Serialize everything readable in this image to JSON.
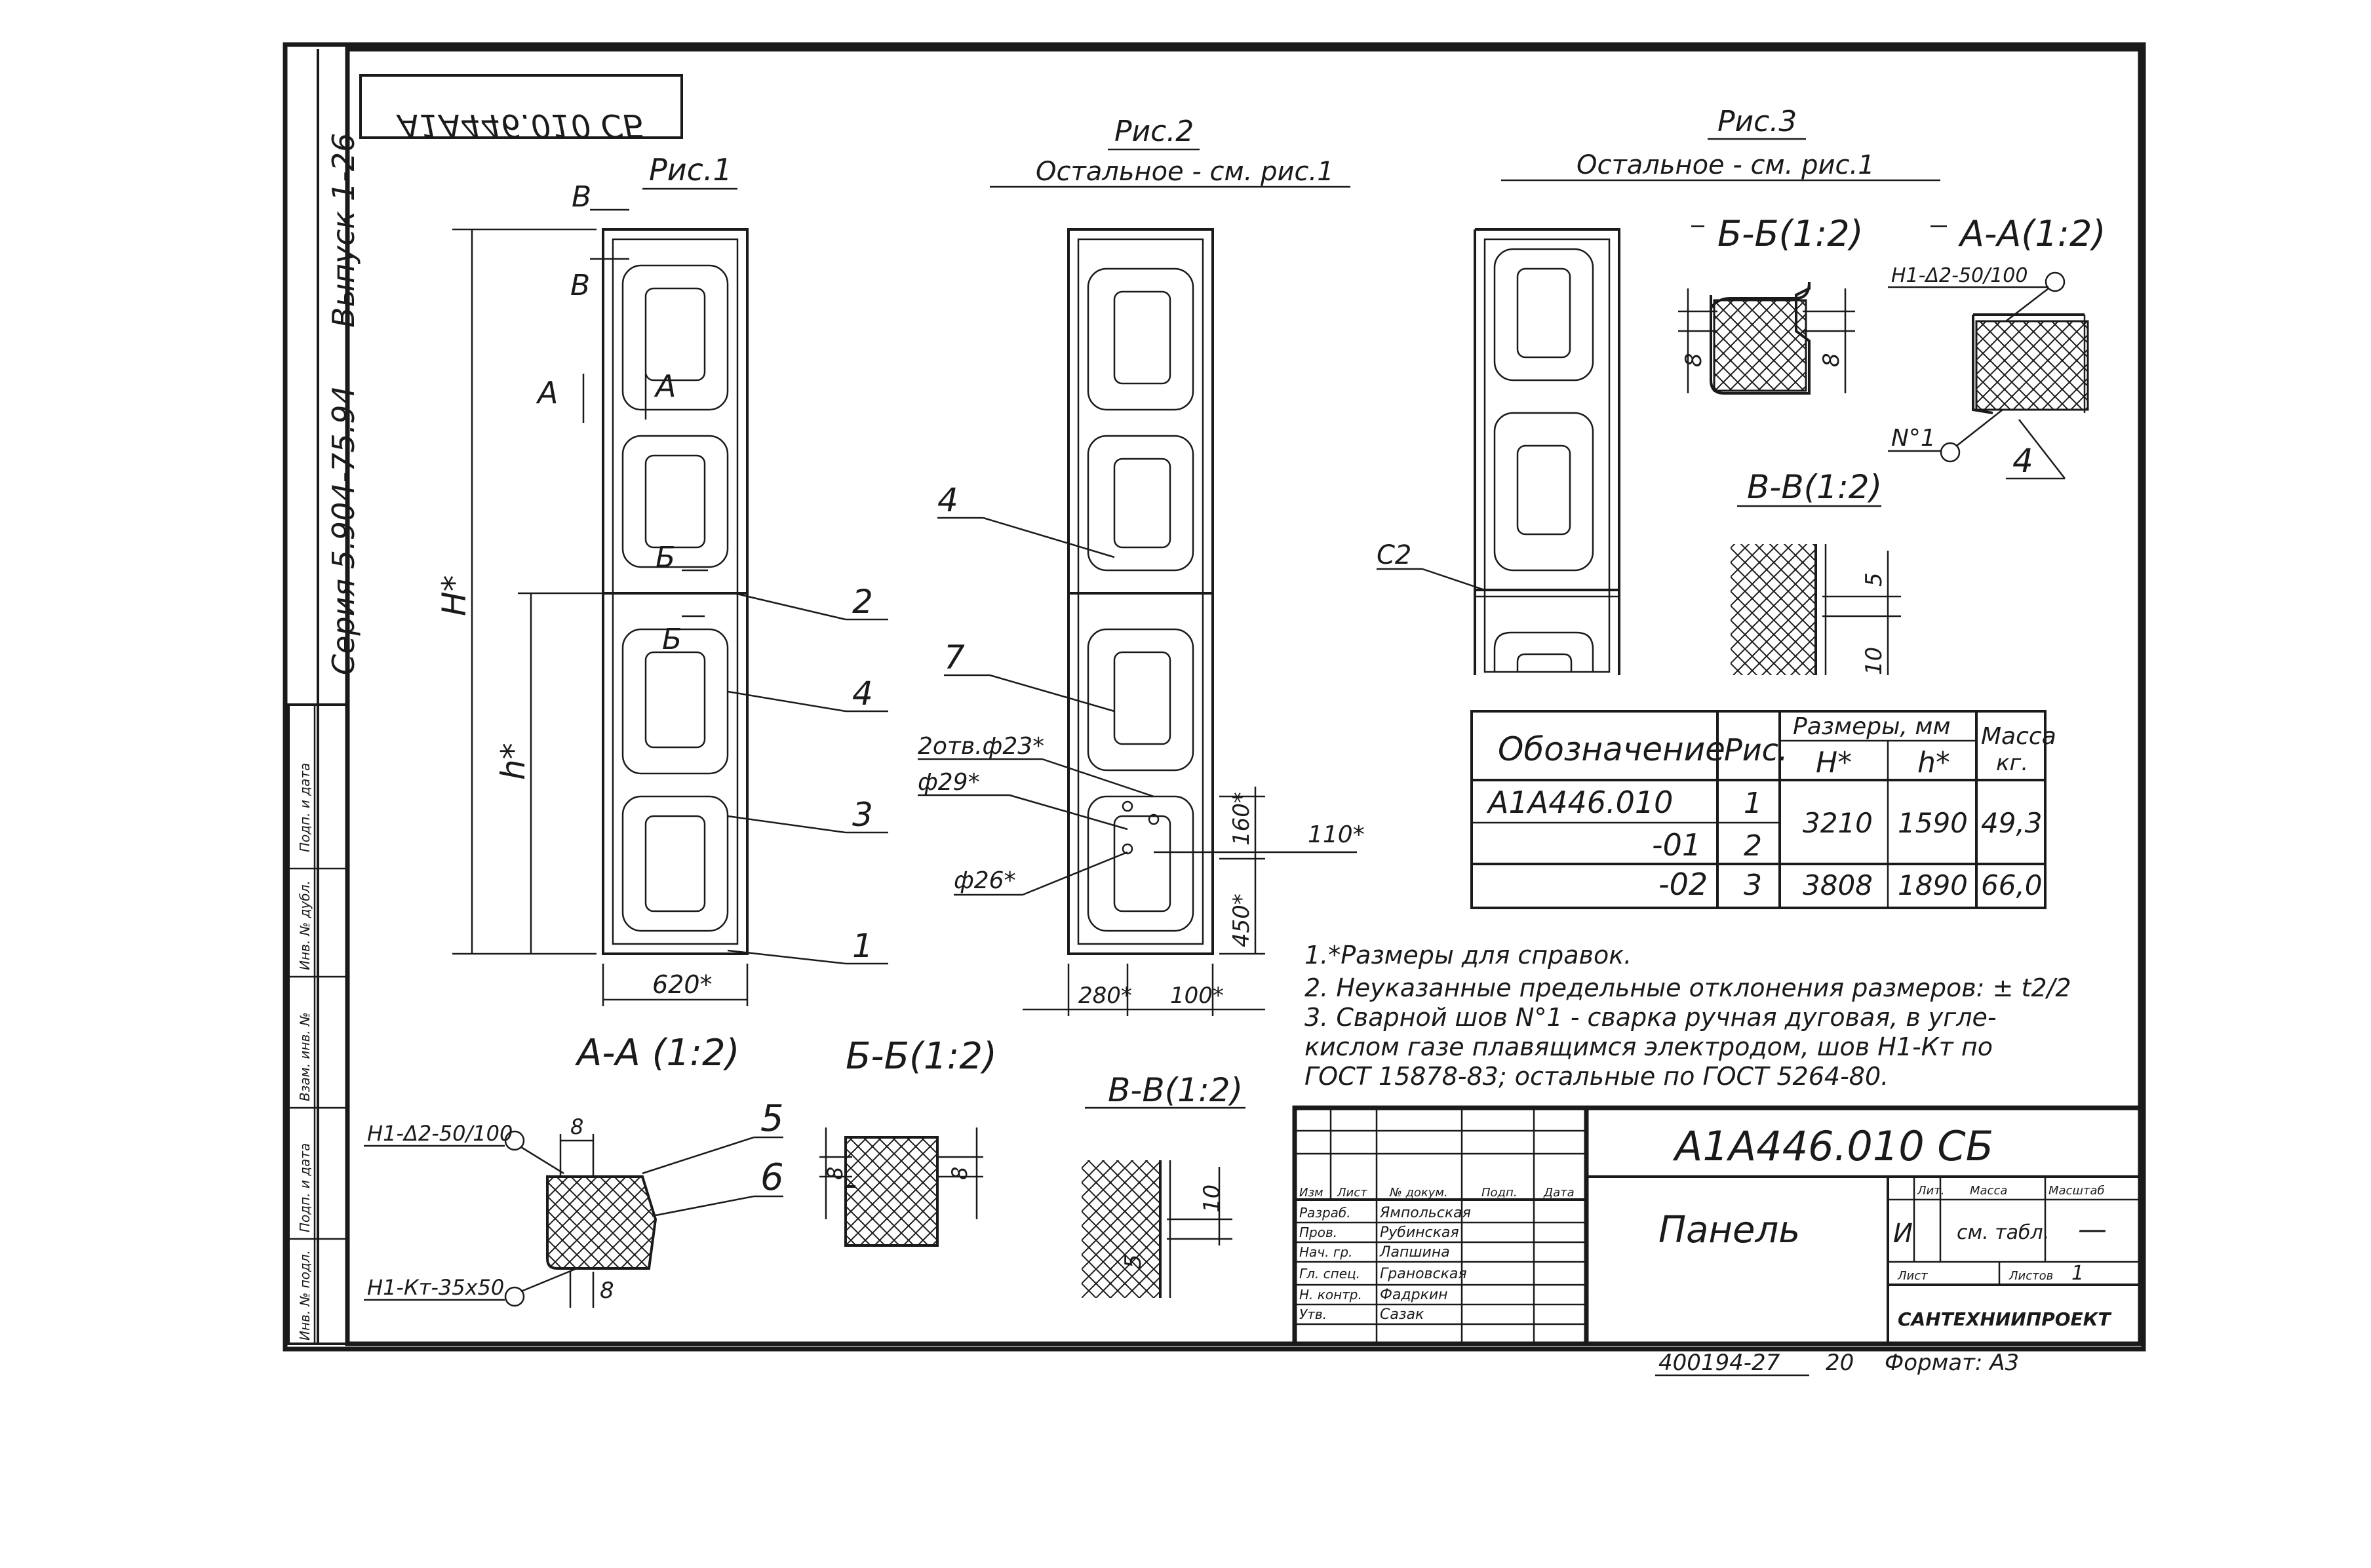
{
  "drawing": {
    "mirrored_code": "А1А446.010 СБ",
    "series": "Серия 5.904-75.94",
    "issue": "Выпуск 1-26"
  },
  "fig1": {
    "title": "Рис.1",
    "sec_a": "А",
    "sec_b": "Б",
    "sec_v": "В",
    "dim_H": "Н*",
    "dim_h": "h*",
    "dim_width": "620*",
    "labels": [
      "2",
      "4",
      "3",
      "1"
    ]
  },
  "fig2": {
    "title": "Рис.2",
    "subtitle": "Остальное - см. рис.1",
    "labels": [
      "4",
      "7"
    ],
    "holes_2": "2отв.ф23*",
    "d29": "ф29*",
    "d26": "ф26*",
    "dim_160": "160*",
    "dim_110": "110*",
    "dim_450": "450*",
    "dim_280": "280*",
    "dim_100": "100*"
  },
  "fig3": {
    "title": "Рис.3",
    "subtitle": "Остальное - см. рис.1",
    "c2": "С2"
  },
  "sections": {
    "bb_right": "Б-Б(1:2)",
    "aa_right": "А-А(1:2)",
    "vv_right": "В-В(1:2)",
    "weld_a_right": "Н1-Δ2-50/100",
    "weld_no1": "N°1",
    "label_4": "4",
    "dim_8a": "8",
    "dim_8b": "8",
    "dim_5": "5",
    "dim_10": "10",
    "aa_bottom": "А-А (1:2)",
    "bb_bottom": "Б-Б(1:2)",
    "vv_bottom": "В-В(1:2)",
    "weld_a_bottom": "Н1-Δ2-50/100",
    "weld_kt": "Н1-Кт-35х50",
    "label_5": "5",
    "label_6": "6",
    "dim_8c": "8",
    "dim_8d": "8",
    "dim_8e": "8",
    "dim_8f": "8",
    "dim_10b": "10",
    "dim_5b": "5"
  },
  "table": {
    "headers": {
      "designation": "Обозначение",
      "fig": "Рис.",
      "sizes": "Размеры, мм",
      "H": "Н*",
      "h": "h*",
      "mass": "Масса",
      "mass_unit": "кг."
    },
    "rows": [
      {
        "designation": "А1А446.010",
        "fig": "1"
      },
      {
        "designation": "-01",
        "fig": "2"
      },
      {
        "designation": "-02",
        "fig": "3",
        "H": "3808",
        "h": "1890",
        "mass": "66,0"
      }
    ],
    "merged": {
      "H": "3210",
      "h": "1590",
      "mass": "49,3"
    }
  },
  "notes": [
    "1.*Размеры для справок.",
    "2. Неуказанные предельные отклонения размеров: ± t2/2",
    "3. Сварной шов N°1 - сварка ручная дуговая, в угле-",
    "кислом газе плавящимся электродом, шов Н1-Кт по",
    "ГОСТ 15878-83; остальные по ГОСТ 5264-80."
  ],
  "side_stamp": [
    "Подп. и дата",
    "Инв. № дубл.",
    "Взам. инв. №",
    "Подп. и дата",
    "Инв. № подл."
  ],
  "title_block": {
    "code": "А1А446.010 СБ",
    "name": "Панель",
    "change_header": [
      "Изм",
      "Лист",
      "№ докум.",
      "Подп.",
      "Дата"
    ],
    "roles": [
      {
        "role": "Разраб.",
        "name": "Ямпольская"
      },
      {
        "role": "Пров.",
        "name": "Рубинская"
      },
      {
        "role": "Нач. гр.",
        "name": "Лапшина"
      },
      {
        "role": "Гл. спец.",
        "name": "Грановская"
      },
      {
        "role": "Н. контр.",
        "name": "Фадркин"
      },
      {
        "role": "Утв.",
        "name": "Сазак"
      }
    ],
    "lit_label": "Лит.",
    "mass_label": "Масса",
    "scale_label": "Масштаб",
    "lit_value": "И",
    "mass_value": "см. табл.",
    "scale_value": "—",
    "sheet_label": "Лист",
    "sheets_label": "Листов",
    "sheets_value": "1",
    "org": "САНТЕХНИИПРОЕКТ"
  },
  "footer": {
    "archive": "400194-27",
    "page": "20",
    "format": "Формат: А3"
  }
}
